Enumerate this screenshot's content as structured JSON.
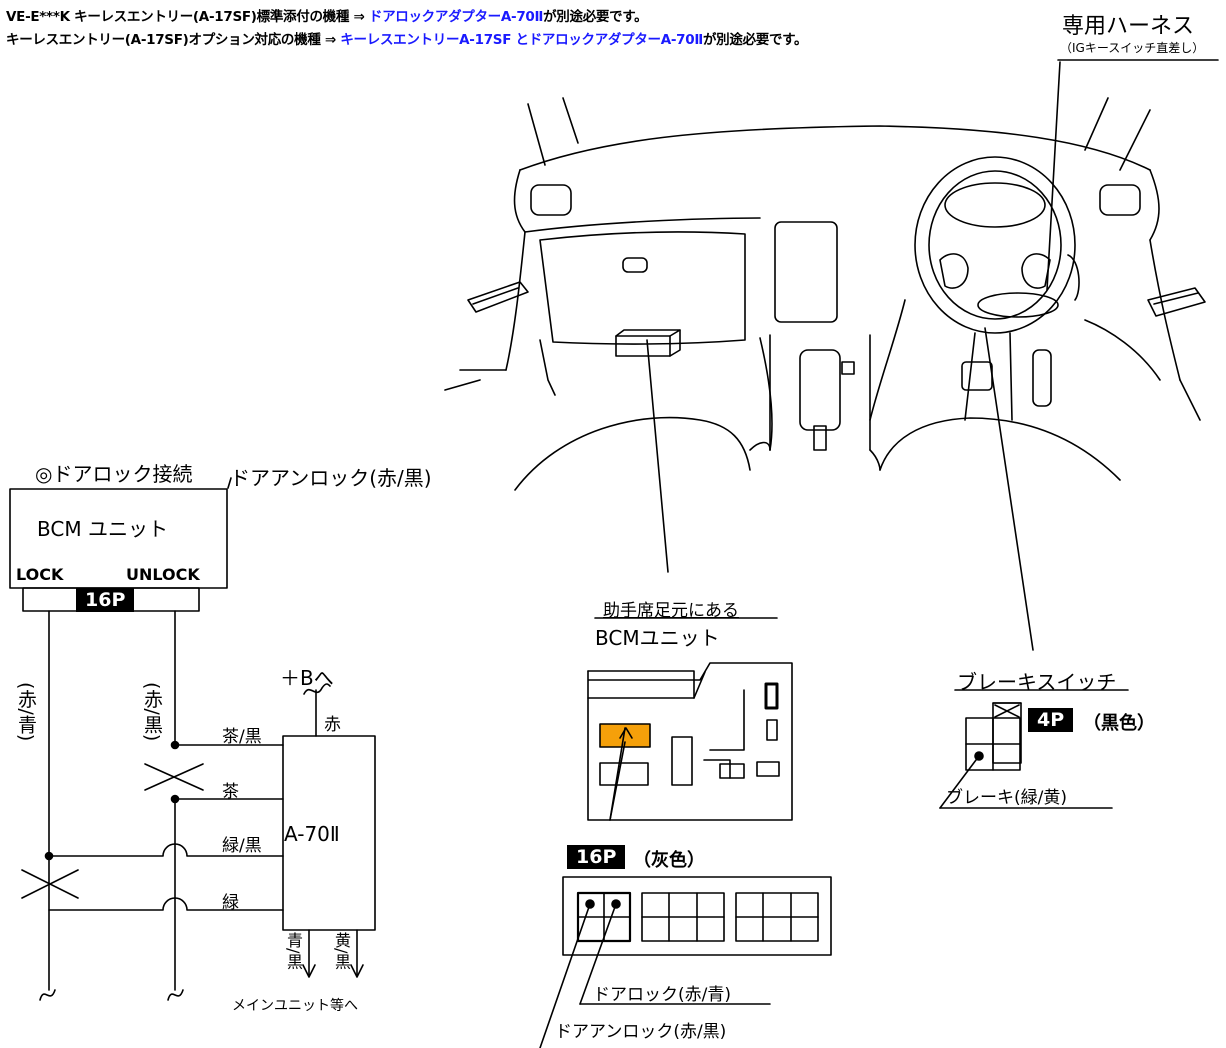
{
  "header": {
    "line1_prefix": "VE-E***K キーレスエントリー(A-17SF)標準添付の機種 ⇒ ",
    "line1_link": "ドアロックアダプターA-70Ⅱ",
    "line1_suffix": "が別途必要です。",
    "line2_prefix": "キーレスエントリー(A-17SF)オプション対応の機種 ⇒ ",
    "line2_link": "キーレスエントリーA-17SF とドアロックアダプターA-70Ⅱ",
    "line2_suffix": "が別途必要です。"
  },
  "harness": {
    "title": "専用ハーネス",
    "note": "（IGキースイッチ直差し）"
  },
  "wiring": {
    "section_title": "◎ドアロック接続",
    "unlock_wire_label": "ドアアンロック(赤/黒)",
    "bcm_box_title": "BCM ユニット",
    "lock_label": "LOCK",
    "unlock_label": "UNLOCK",
    "connector_tag": "16P",
    "left_wire_1": "(赤/青)",
    "left_wire_2": "(赤/黒)",
    "plus_b": "＋Bへ",
    "red": "赤",
    "w_brown_black": "茶/黒",
    "w_brown": "茶",
    "w_green_black": "緑/黒",
    "w_green": "緑",
    "adapter_name": "A-70Ⅱ",
    "out_blue_black": "青/黒",
    "out_yellow_black": "黄/黒",
    "to_main_unit": "メインユニット等へ"
  },
  "bcm_location": {
    "title_1": "助手席足元にある",
    "title_2": "BCMユニット",
    "connector_tag": "16P",
    "connector_color": "（灰色）",
    "door_lock_label": "ドアロック(赤/青)",
    "door_unlock_label": "ドアアンロック(赤/黒)",
    "highlight_color": "#f5a00a"
  },
  "brake": {
    "title": "ブレーキスイッチ",
    "connector_tag": "4P",
    "connector_color": "（黒色）",
    "wire_label": "ブレーキ(緑/黄)"
  }
}
